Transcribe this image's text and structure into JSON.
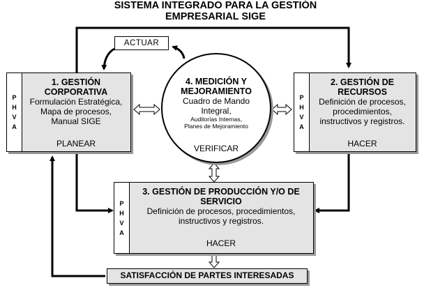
{
  "title": {
    "line1": "SISTEMA INTEGRADO PARA LA GESTIÓN",
    "line2": "EMPRESARIAL SIGE"
  },
  "actuar": "ACTUAR",
  "box1": {
    "phva": [
      "P",
      "H",
      "V",
      "A"
    ],
    "heading": [
      "1. GESTIÓN",
      "CORPORATIVA"
    ],
    "desc": [
      "Formulación Estratégica,",
      "Mapa de procesos,",
      "Manual SIGE"
    ],
    "phase": "PLANEAR"
  },
  "box2": {
    "phva": [
      "P",
      "H",
      "V",
      "A"
    ],
    "heading": [
      "2. GESTIÓN DE",
      "RECURSOS"
    ],
    "desc": [
      "Definición de procesos,",
      "procedimientos,",
      "instructivos y registros."
    ],
    "phase": "HACER"
  },
  "box3": {
    "phva": [
      "P",
      "H",
      "V",
      "A"
    ],
    "heading": [
      "3. GESTIÓN DE PRODUCCIÓN Y/O DE",
      "SERVICIO"
    ],
    "desc": [
      "Definición de procesos, procedimientos,",
      "instructivos y registros."
    ],
    "phase": "HACER"
  },
  "circle": {
    "heading": [
      "4. MEDICIÓN Y",
      "MEJORAMIENTO"
    ],
    "desc": [
      "Cuadro de Mando",
      "Integral,"
    ],
    "small": [
      "Auditorías Internas,",
      "Planes de Mejoramiento"
    ],
    "phase": "VERIFICAR"
  },
  "satisfaction": "SATISFACCIÓN DE PARTES INTERESADAS"
}
